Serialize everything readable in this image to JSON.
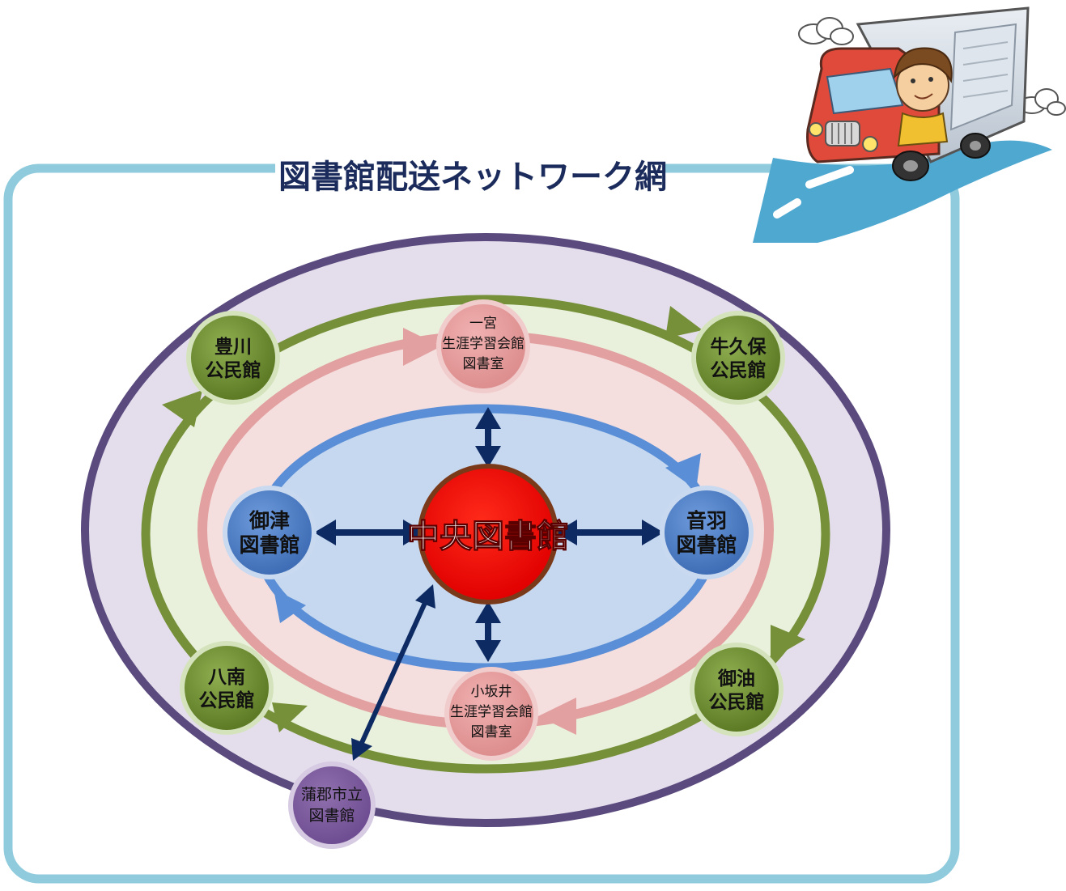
{
  "title": "図書館配送ネットワーク網",
  "center": {
    "label": "中央図書館"
  },
  "nodes": {
    "ichinomiya": {
      "lines": [
        "一宮",
        "生涯学習会館",
        "図書室"
      ]
    },
    "kosakai": {
      "lines": [
        "小坂井",
        "生涯学習会館",
        "図書室"
      ]
    },
    "mito": {
      "lines": [
        "御津",
        "図書館"
      ]
    },
    "otowa": {
      "lines": [
        "音羽",
        "図書館"
      ]
    },
    "toyokawa": {
      "lines": [
        "豊川",
        "公民館"
      ]
    },
    "ushikubo": {
      "lines": [
        "牛久保",
        "公民館"
      ]
    },
    "hachinan": {
      "lines": [
        "八南",
        "公民館"
      ]
    },
    "goyu": {
      "lines": [
        "御油",
        "公民館"
      ]
    },
    "gamagori": {
      "lines": [
        "蒲郡市立",
        "図書館"
      ]
    }
  },
  "colors": {
    "frame": "#8fcbdc",
    "outer_ring": "#5a4a7e",
    "outer_fill": "#e4deec",
    "green_ring": "#76903a",
    "green_fill": "#e9f1dc",
    "pink_ring": "#e2a0a0",
    "pink_fill": "#f5dede",
    "blue_ring": "#5a8ed6",
    "blue_fill": "#c5d8ef",
    "center_fill": "#ff0000",
    "center_border": "#7a3a1a",
    "connector": "#0d2a63",
    "title_text": "#1b2c5c",
    "road": "#4fa8d0"
  },
  "icons": {
    "truck": "delivery-truck-illustration",
    "driver": "driver-illustration"
  }
}
